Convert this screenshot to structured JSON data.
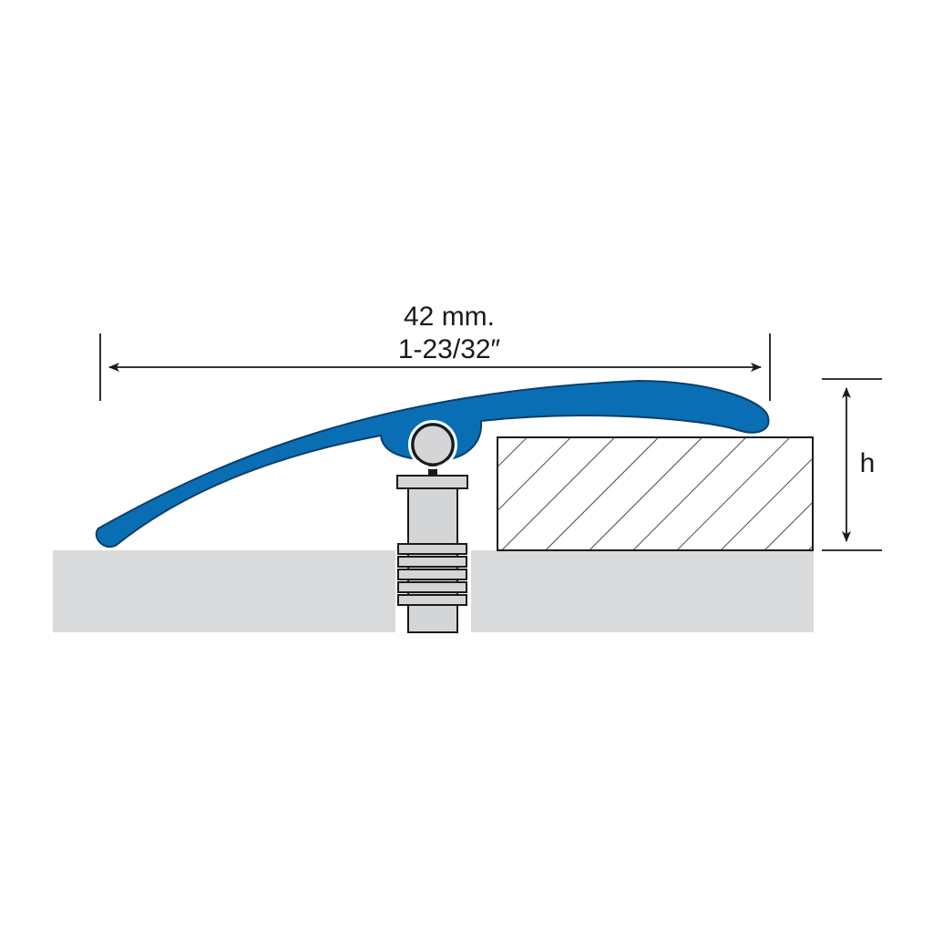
{
  "dimensions": {
    "width_metric": "42 mm.",
    "width_imperial": "1-23/32″",
    "height_label": "h"
  },
  "colors": {
    "profile": "#0a6eb4",
    "profile_outline": "#0b3f6b",
    "subfloor": "#d9dadb",
    "pin": "#d4d5d7",
    "line": "#1a1a1a",
    "background": "#ffffff"
  },
  "parts": {
    "profile": "transition-profile",
    "pin": "anchor-pin",
    "floor_left": "subfloor-left",
    "floor_right": "subfloor-right",
    "covering": "floor-covering-block"
  }
}
